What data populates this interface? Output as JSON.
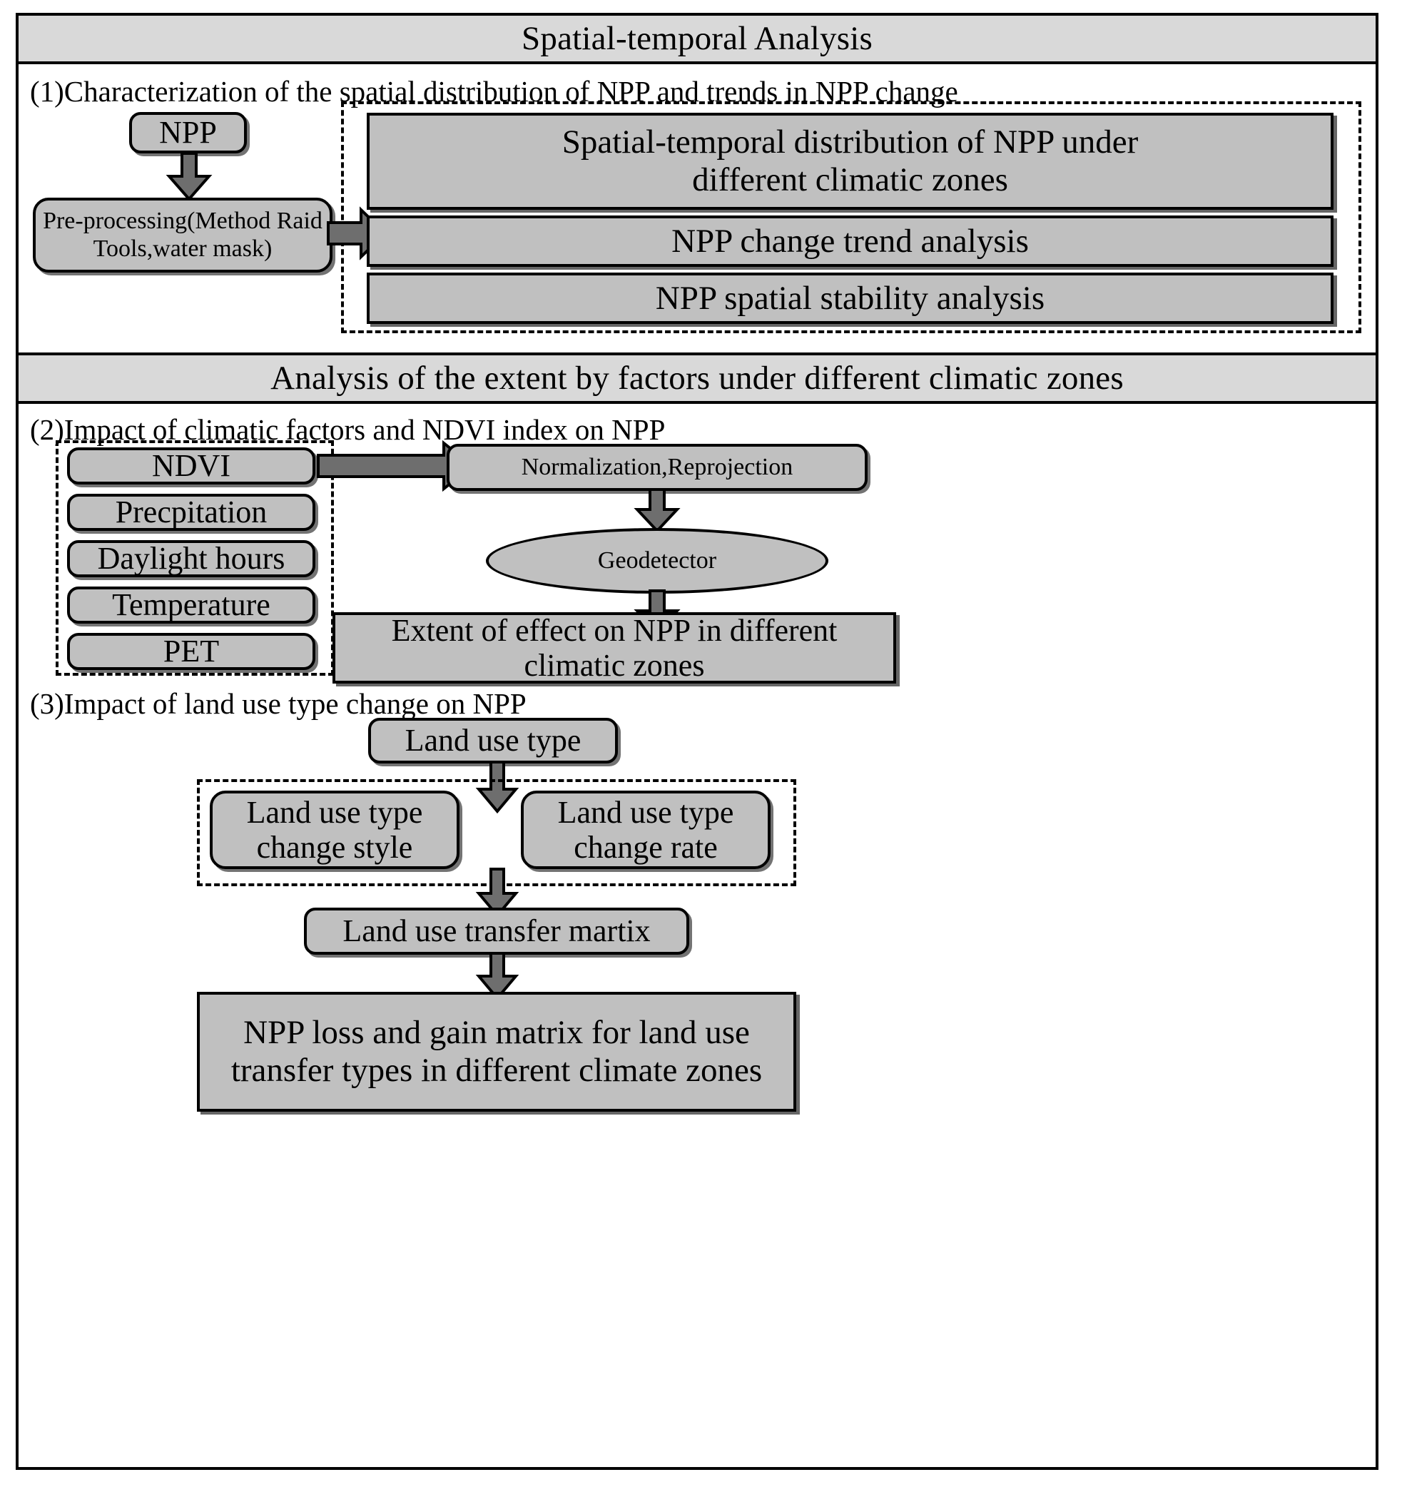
{
  "colors": {
    "band_fill": "#d9d9d9",
    "node_fill": "#c0c0c0",
    "arrow_fill": "#6e6e6e",
    "stroke": "#000000",
    "page_bg": "#ffffff"
  },
  "section1": {
    "band_title": "Spatial-temporal Analysis",
    "caption": "(1)Characterization of the spatial distribution of NPP and trends in NPP change",
    "nodes": {
      "npp": "NPP",
      "preprocessing_line1": "Pre-processing(Method Raid",
      "preprocessing_line2": "Tools,water mask)",
      "out1_line1": "Spatial-temporal distribution of NPP under",
      "out1_line2": "different climatic zones",
      "out2": "NPP change trend analysis",
      "out3": "NPP spatial stability analysis"
    },
    "arrows": {
      "npp_to_preprocessing": "down-block-arrow",
      "preprocessing_to_outputs": "right-block-arrow"
    }
  },
  "section2": {
    "band_title": "Analysis of the extent by factors under different climatic zones",
    "caption": "(2)Impact of climatic factors and NDVI index on NPP",
    "factors": [
      "NDVI",
      "Precpitation",
      "Daylight hours",
      "Temperature",
      "PET"
    ],
    "nodes": {
      "normalization": "Normalization,Reprojection",
      "geodetector": "Geodetector",
      "extent_line1": "Extent of effect on NPP in different",
      "extent_line2": "climatic zones"
    },
    "arrows": {
      "factors_to_normalization": "right-block-arrow",
      "normalization_to_geodetector": "down-block-arrow",
      "geodetector_to_extent": "down-block-arrow"
    }
  },
  "section3": {
    "caption": "(3)Impact of land use type change on NPP",
    "nodes": {
      "land_use_type": "Land use type",
      "change_style_line1": "Land use type",
      "change_style_line2": "change style",
      "change_rate_line1": "Land use type",
      "change_rate_line2": "change rate",
      "transfer_matrix": "Land use transfer martix",
      "result_line1": "NPP loss and gain matrix for land use",
      "result_line2": "transfer types in different climate zones"
    },
    "arrows": {
      "land_use_to_group": "down-block-arrow",
      "group_to_matrix": "down-block-arrow",
      "matrix_to_result": "down-block-arrow"
    }
  }
}
